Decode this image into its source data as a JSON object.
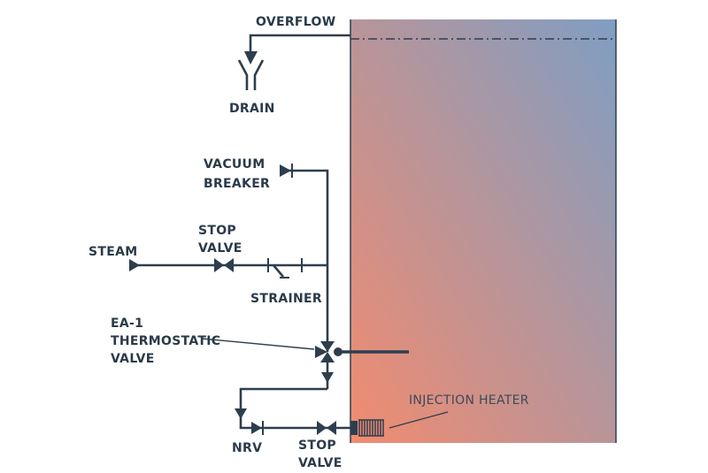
{
  "labels": {
    "overflow": "OVERFLOW",
    "drain": "DRAIN",
    "vacuum_breaker_line1": "VACUUM",
    "vacuum_breaker_line2": "BREAKER",
    "steam": "STEAM",
    "stop_valve_top_line1": "STOP",
    "stop_valve_top_line2": "VALVE",
    "strainer": "STRAINER",
    "thermostatic_line1": "EA-1",
    "thermostatic_line2": "THERMOSTATIC",
    "thermostatic_line3": "VALVE",
    "injection_heater": "INJECTION HEATER",
    "nrv": "NRV",
    "stop_valve_bottom_line1": "STOP",
    "stop_valve_bottom_line2": "VALVE"
  },
  "colors": {
    "tank_top_right": "#7f9ec3",
    "tank_bottom_left": "#f28b6f",
    "pipe": "#2d3e4e"
  }
}
